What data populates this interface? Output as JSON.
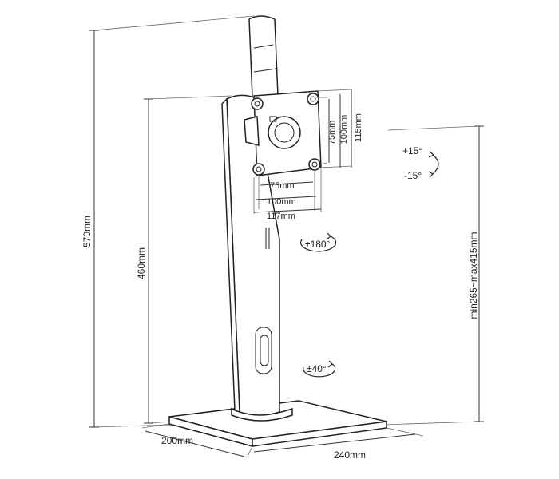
{
  "dimensions": {
    "total_height": "570mm",
    "pole_height": "460mm",
    "base_depth": "200mm",
    "base_width": "240mm",
    "height_range": "min265~max415mm",
    "vesa_inner_h": "75mm",
    "vesa_mid_h": "100mm",
    "vesa_outer_h": "115mm",
    "vesa_inner_w": "75mm",
    "vesa_mid_w": "100mm",
    "vesa_outer_w": "117mm"
  },
  "motions": {
    "tilt_up": "+15°",
    "tilt_down": "-15°",
    "rotation": "±180°",
    "swivel": "±40°"
  }
}
